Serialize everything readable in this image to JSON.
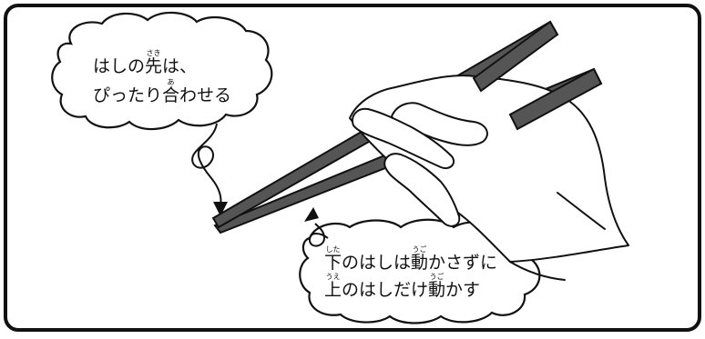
{
  "colors": {
    "outline": "#111111",
    "chopstick_fill": "#555555",
    "chopstick_dark": "#2b2b2b",
    "background": "#ffffff"
  },
  "bubble_top": {
    "line1_before": "はしの",
    "line1_kanji": "先",
    "line1_kanji_ruby": "さき",
    "line1_after": "は、",
    "line2_before": "ぴったり",
    "line2_kanji": "合",
    "line2_kanji_ruby": "あ",
    "line2_after": "わせる"
  },
  "bubble_bottom": {
    "line1_kanji1": "下",
    "line1_kanji1_ruby": "した",
    "line1_mid": "のはしは",
    "line1_kanji2": "動",
    "line1_kanji2_ruby": "うご",
    "line1_after": "かさずに",
    "line2_kanji1": "上",
    "line2_kanji1_ruby": "うえ",
    "line2_mid": "のはしだけ",
    "line2_kanji2": "動",
    "line2_kanji2_ruby": "うご",
    "line2_after": "かす"
  }
}
